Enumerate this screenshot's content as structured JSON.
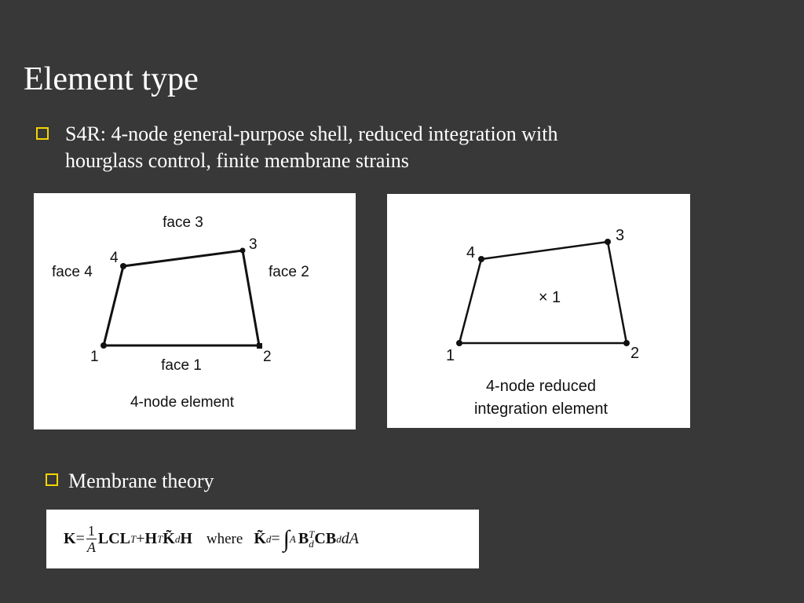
{
  "slide": {
    "title": "Element type"
  },
  "bullets": {
    "first_line1": "S4R: 4-node general-purpose shell, reduced integration with",
    "first_line2": "hourglass control, finite membrane strains",
    "second": "Membrane theory"
  },
  "left_figure": {
    "face1": "face 1",
    "face2": "face 2",
    "face3": "face 3",
    "face4": "face 4",
    "node1": "1",
    "node2": "2",
    "node3": "3",
    "node4": "4",
    "caption": "4-node element"
  },
  "right_figure": {
    "node1": "1",
    "node2": "2",
    "node3": "3",
    "node4": "4",
    "center_mark": "× 1",
    "caption_line1": "4-node reduced",
    "caption_line2": "integration element"
  },
  "formula": {
    "K": "K",
    "eq": " = ",
    "one": "1",
    "A": "A",
    "LCL": "LCL",
    "T": "T",
    "plus": " + ",
    "H": "H",
    "Kd": "K̃",
    "d": "d",
    "H2": "H",
    "where": "where",
    "Kd2": "K̃",
    "d2": "d",
    "eq2": " = ",
    "integral": "∫",
    "A_sub": "A",
    "B": "B",
    "T2": "T",
    "d3": "d",
    "C": "C",
    "B2": "B",
    "d4": "d",
    "dA": " dA"
  },
  "colors": {
    "background": "#383838",
    "bullet": "#f2d400",
    "text": "#ffffff"
  }
}
